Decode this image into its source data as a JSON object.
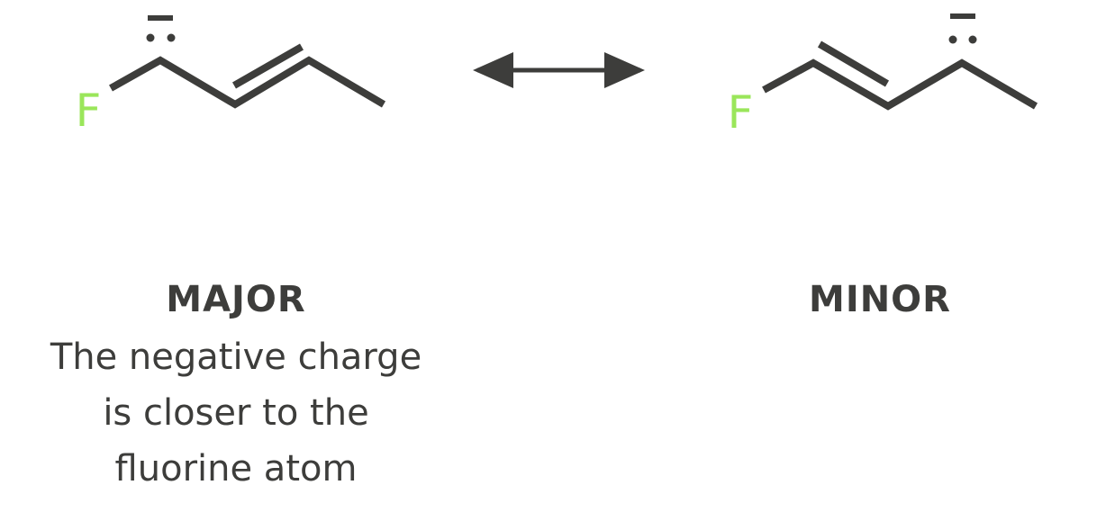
{
  "colors": {
    "bond": "#3d3d3b",
    "fluorine": "#9ae65a"
  },
  "left": {
    "atom": "F",
    "label": "MAJOR",
    "description": [
      "The negative charge",
      "is closer to the",
      "fluorine atom"
    ]
  },
  "right": {
    "atom": "F",
    "label": "MINOR"
  },
  "arrow": {
    "type": "resonance-double-headed-arrow"
  }
}
